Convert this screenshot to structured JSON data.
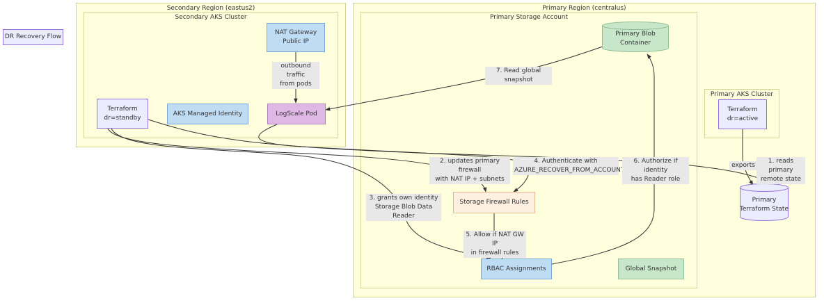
{
  "standalone": {
    "dr_flow": "DR Recovery Flow"
  },
  "clusters": {
    "secondary_region": "Secondary Region (eastus2)",
    "secondary_aks": "Secondary AKS Cluster",
    "primary_region": "Primary Region (centralus)",
    "primary_storage": "Primary Storage Account",
    "primary_aks": "Primary AKS Cluster"
  },
  "nodes": {
    "nat_gateway": "NAT Gateway\nPublic IP",
    "tf_standby": "Terraform\ndr=standby",
    "aks_identity": "AKS Managed Identity",
    "logscale_pod": "LogScale Pod",
    "blob_container": "Primary Blob Container",
    "firewall_rules": "Storage Firewall Rules",
    "rbac": "RBAC Assignments",
    "global_snapshot": "Global Snapshot",
    "tf_active": "Terraform\ndr=active",
    "tf_state": "Primary\nTerraform State"
  },
  "edge_labels": {
    "outbound": "outbound traffic\nfrom pods",
    "read_snapshot": "7. Read global snapshot",
    "updates_firewall": "2. updates primary firewall\nwith NAT IP + subnets",
    "authenticate": "4. Authenticate with\nAZURE_RECOVER_FROM_ACCOUNTKEY",
    "authorize": "6. Authorize if identity\nhas Reader role",
    "reads_state": "1. reads primary\nremote state",
    "exports": "exports",
    "grants_identity": "3. grants own identity\nStorage Blob Data Reader",
    "allow_nat": "5. Allow if NAT GW IP\nin firewall rules"
  },
  "colors": {
    "cluster_fill": "#ffffde",
    "cluster_border": "#d4d493",
    "default_node": "#ececff",
    "blue_node": "#bfdcf5",
    "purple_node": "#e0b8e6",
    "orange_node": "#fdf0e1",
    "green_node": "#c8e6c9"
  }
}
